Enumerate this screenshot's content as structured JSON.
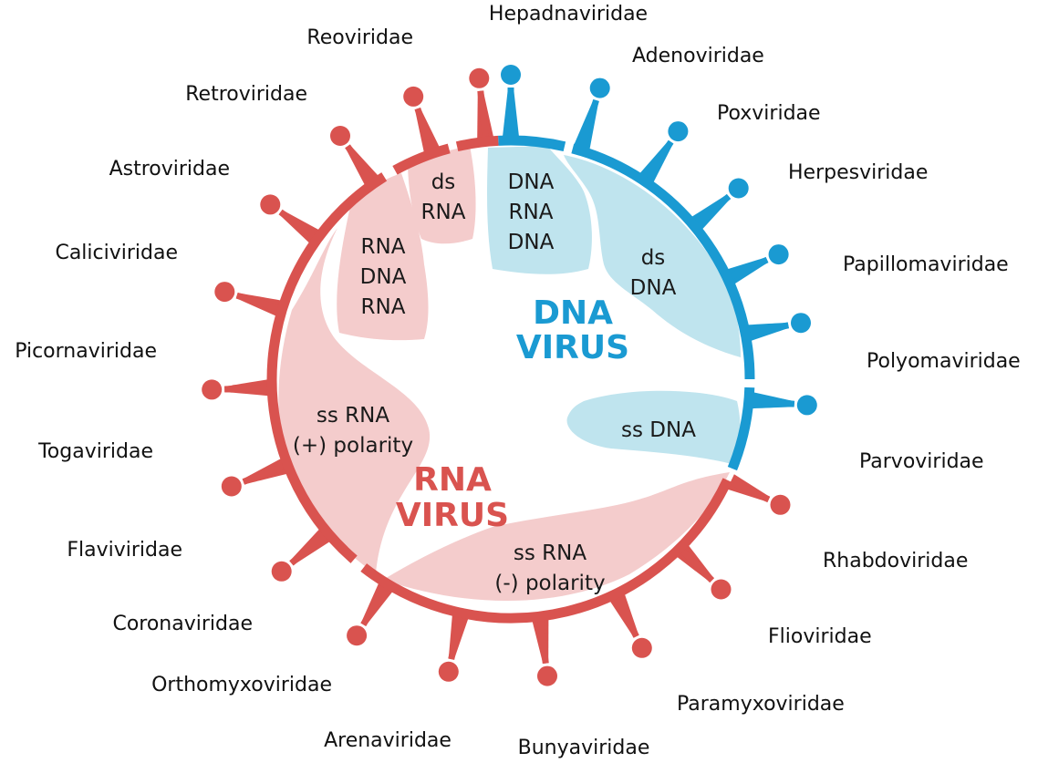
{
  "colors": {
    "rna": "#d9534f",
    "rna_fill": "#f4cccc",
    "dna": "#1a9ad2",
    "dna_fill": "#bfe4ee",
    "text": "#111111"
  },
  "titles": {
    "dna": [
      "DNA",
      "VIRUS"
    ],
    "rna": [
      "RNA",
      "VIRUS"
    ]
  },
  "segments": {
    "ds_rna": [
      "ds",
      "RNA"
    ],
    "rna_dna_rna": [
      "RNA",
      "DNA",
      "RNA"
    ],
    "dna_rna_dna": [
      "DNA",
      "RNA",
      "DNA"
    ],
    "ds_dna": [
      "ds",
      "DNA"
    ],
    "ss_dna": [
      "ss DNA"
    ],
    "ss_rna_pos": [
      "ss RNA",
      "(+) polarity"
    ],
    "ss_rna_neg": [
      "ss RNA",
      "(-) polarity"
    ]
  },
  "families": [
    {
      "name": "Hepadnaviridae",
      "type": "dna"
    },
    {
      "name": "Adenoviridae",
      "type": "dna"
    },
    {
      "name": "Poxviridae",
      "type": "dna"
    },
    {
      "name": "Herpesviridae",
      "type": "dna"
    },
    {
      "name": "Papillomaviridae",
      "type": "dna"
    },
    {
      "name": "Polyomaviridae",
      "type": "dna"
    },
    {
      "name": "Parvoviridae",
      "type": "dna"
    },
    {
      "name": "Rhabdoviridae",
      "type": "rna"
    },
    {
      "name": "Flioviridae",
      "type": "rna"
    },
    {
      "name": "Paramyxoviridae",
      "type": "rna"
    },
    {
      "name": "Bunyaviridae",
      "type": "rna"
    },
    {
      "name": "Arenaviridae",
      "type": "rna"
    },
    {
      "name": "Orthomyxoviridae",
      "type": "rna"
    },
    {
      "name": "Coronaviridae",
      "type": "rna"
    },
    {
      "name": "Flaviviridae",
      "type": "rna"
    },
    {
      "name": "Togaviridae",
      "type": "rna"
    },
    {
      "name": "Picornaviridae",
      "type": "rna"
    },
    {
      "name": "Caliciviridae",
      "type": "rna"
    },
    {
      "name": "Astroviridae",
      "type": "rna"
    },
    {
      "name": "Retroviridae",
      "type": "rna"
    },
    {
      "name": "Reoviridae",
      "type": "rna"
    }
  ]
}
